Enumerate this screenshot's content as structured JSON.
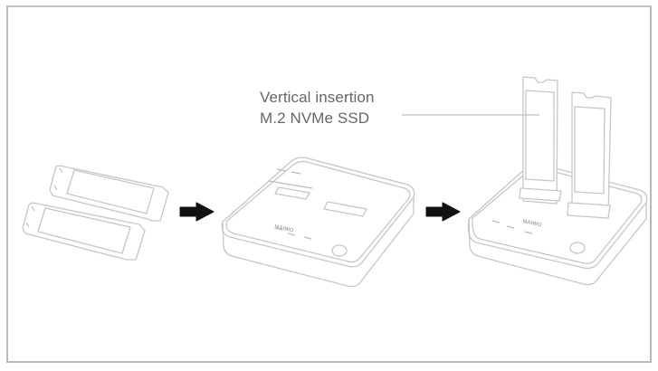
{
  "figure": {
    "caption": {
      "line1": "Vertical insertion",
      "line2": "M.2 NVMe SSD"
    },
    "steps": [
      {
        "name": "two-m2-ssd-sticks",
        "description": "Two M.2 NVMe SSD modules"
      },
      {
        "name": "dual-bay-docking-station",
        "description": "Dual-bay M.2 NVMe docking station",
        "brand_logo": "MAIWO"
      },
      {
        "name": "docking-station-with-ssds-inserted",
        "description": "Docking station with two SSDs inserted vertically",
        "brand_logo": "MAIWO"
      }
    ],
    "arrows": [
      "arrow-right",
      "arrow-right"
    ],
    "colors": {
      "line": "#c8c8c8",
      "text": "#666666",
      "arrow": "#111111",
      "frame": "#b9b9b9"
    }
  }
}
